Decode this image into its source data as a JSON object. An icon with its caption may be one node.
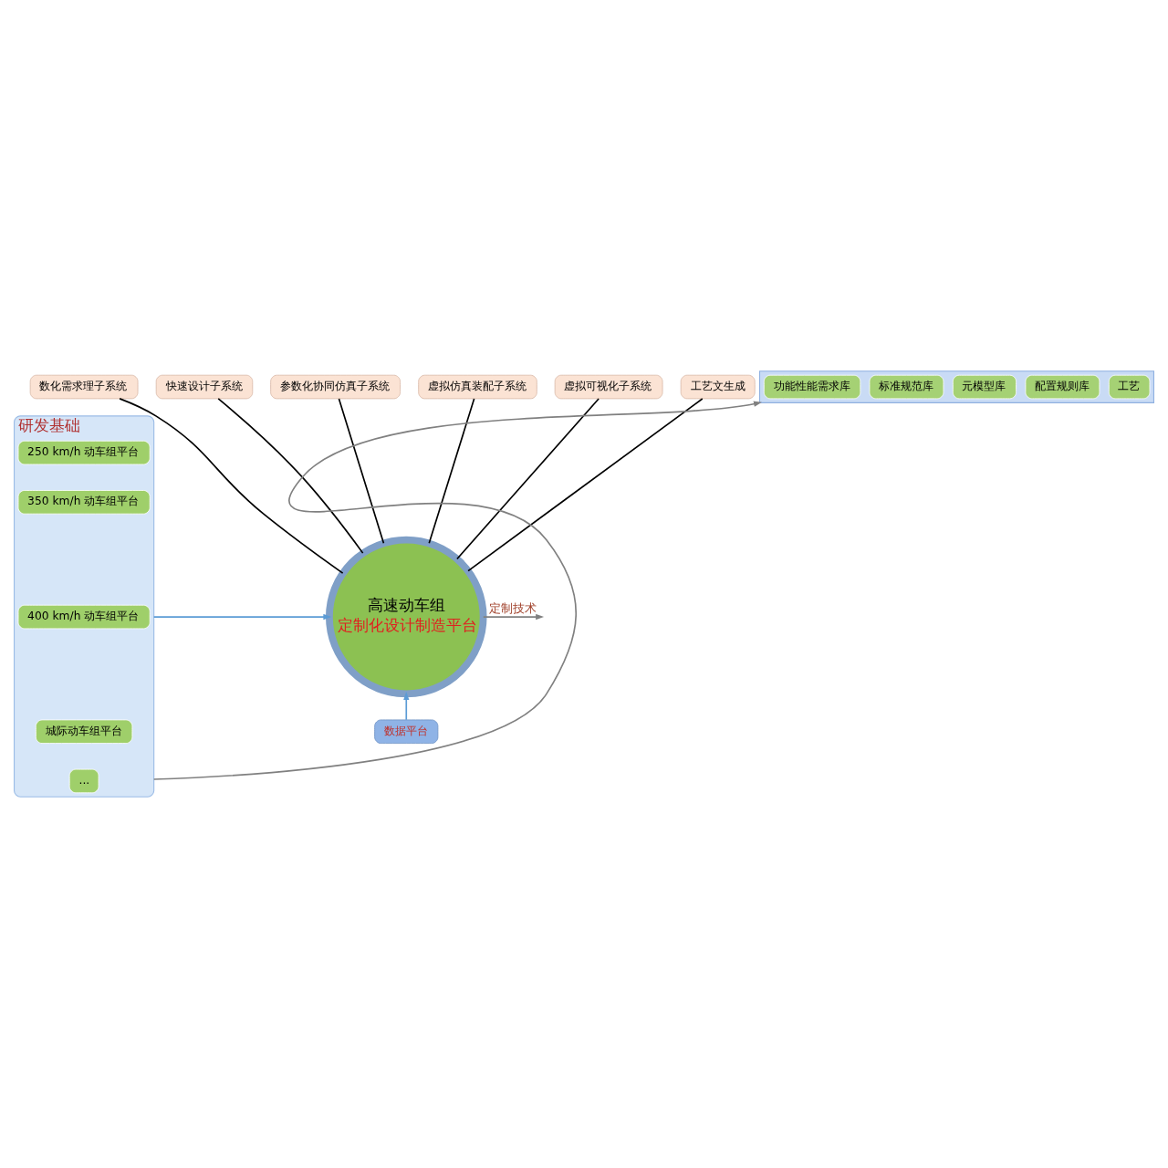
{
  "diagram": {
    "nodes": [
      {
        "text": [
          "数化需求理子系统"
        ]
      },
      {
        "text": [
          "快速设计子系统"
        ]
      },
      {
        "text": [
          "参数化协同仿真子系统"
        ]
      },
      {
        "text": [
          "虚拟仿真装配子系统"
        ]
      },
      {
        "text": [
          "虚拟可视化子系统"
        ]
      },
      {
        "text": [
          "工艺文生成"
        ]
      },
      {
        "text": [
          "研发基础"
        ]
      },
      {
        "text": [
          "250 km/h 动车组平台"
        ],
        "in": 6
      },
      {
        "text": [
          "350 km/h 动车组平台"
        ],
        "in": 6
      },
      {
        "text": [
          "400 km/h 动车组平台"
        ],
        "in": 6
      },
      {
        "text": [
          "城际动车组平台"
        ],
        "in": 6
      },
      {
        "text": [
          "..."
        ],
        "in": 6
      },
      {
        "text": [
          "高速动车组",
          "定制化设计制造平台"
        ]
      },
      {
        "text": [
          "数据平台"
        ]
      },
      {
        "text": [],
        "shape": "box"
      },
      {
        "text": [
          "功能性能需求库"
        ],
        "in": 14
      },
      {
        "text": [
          "标准规范库"
        ],
        "in": 14
      },
      {
        "text": [
          "元模型库"
        ],
        "in": 14
      },
      {
        "text": [
          "配置规则库"
        ],
        "in": 14
      },
      {
        "text": [
          "工艺"
        ],
        "in": 14
      }
    ],
    "edges": [
      {
        "from": 0,
        "to": 12,
        "arrow": "none"
      },
      {
        "from": 1,
        "to": 12,
        "arrow": "none"
      },
      {
        "from": 2,
        "to": 12,
        "arrow": "none"
      },
      {
        "from": 3,
        "to": 12,
        "arrow": "none"
      },
      {
        "from": 4,
        "to": 12,
        "arrow": "none"
      },
      {
        "from": 5,
        "to": 12,
        "arrow": "none"
      },
      {
        "from": 6,
        "to": 12,
        "arrow": "to",
        "color": "#5b9bd5"
      },
      {
        "from": 6,
        "to": 14,
        "arrow": "to",
        "color": "#808080"
      },
      {
        "from": 13,
        "to": 12,
        "arrow": "to",
        "color": "#5b9bd5"
      },
      {
        "from": 12,
        "to": null,
        "arrow": "to",
        "label": "定制技术",
        "color": "#808080"
      }
    ]
  }
}
